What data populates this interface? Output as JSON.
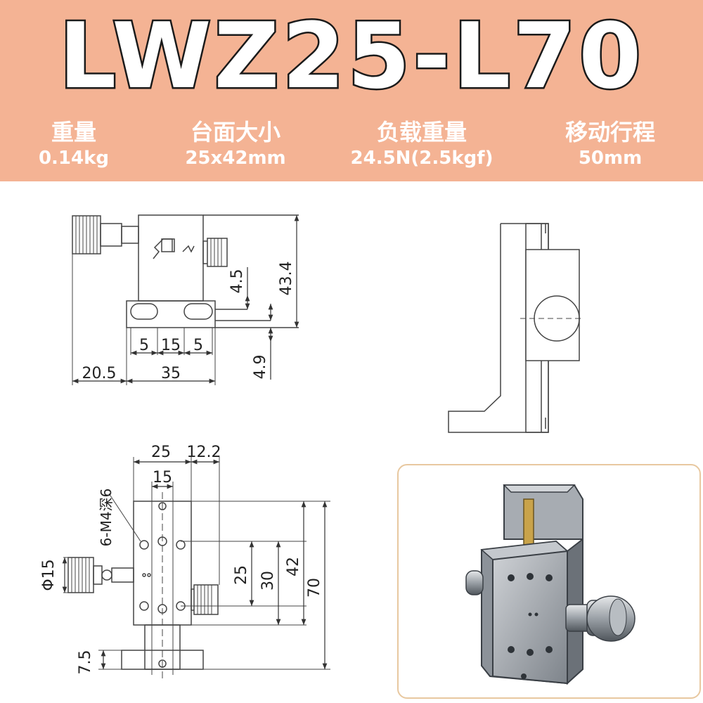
{
  "header": {
    "model": "LWZ25-L70",
    "specs": [
      {
        "label": "重量",
        "value": "0.14kg"
      },
      {
        "label": "台面大小",
        "value": "25x42mm"
      },
      {
        "label": "负载重量",
        "value": "24.5N(2.5kgf)"
      },
      {
        "label": "移动行程",
        "value": "50mm"
      }
    ]
  },
  "front_view": {
    "dims": {
      "d1": "5",
      "d2": "15",
      "d3": "5",
      "d4": "20.5",
      "d5": "35",
      "d6": "4.5",
      "d7": "43.4",
      "d8": "4.9"
    }
  },
  "top_view": {
    "dims": {
      "w1": "25",
      "w2": "12.2",
      "w3": "15",
      "h1": "25",
      "h2": "30",
      "h3": "42",
      "h4": "70",
      "b1": "7.5",
      "knob": "Φ15"
    },
    "hole_note": "6-M4深6"
  },
  "colors": {
    "header_bg": "#f4b394",
    "line": "#444444",
    "photo_border": "#e8c8a0"
  }
}
